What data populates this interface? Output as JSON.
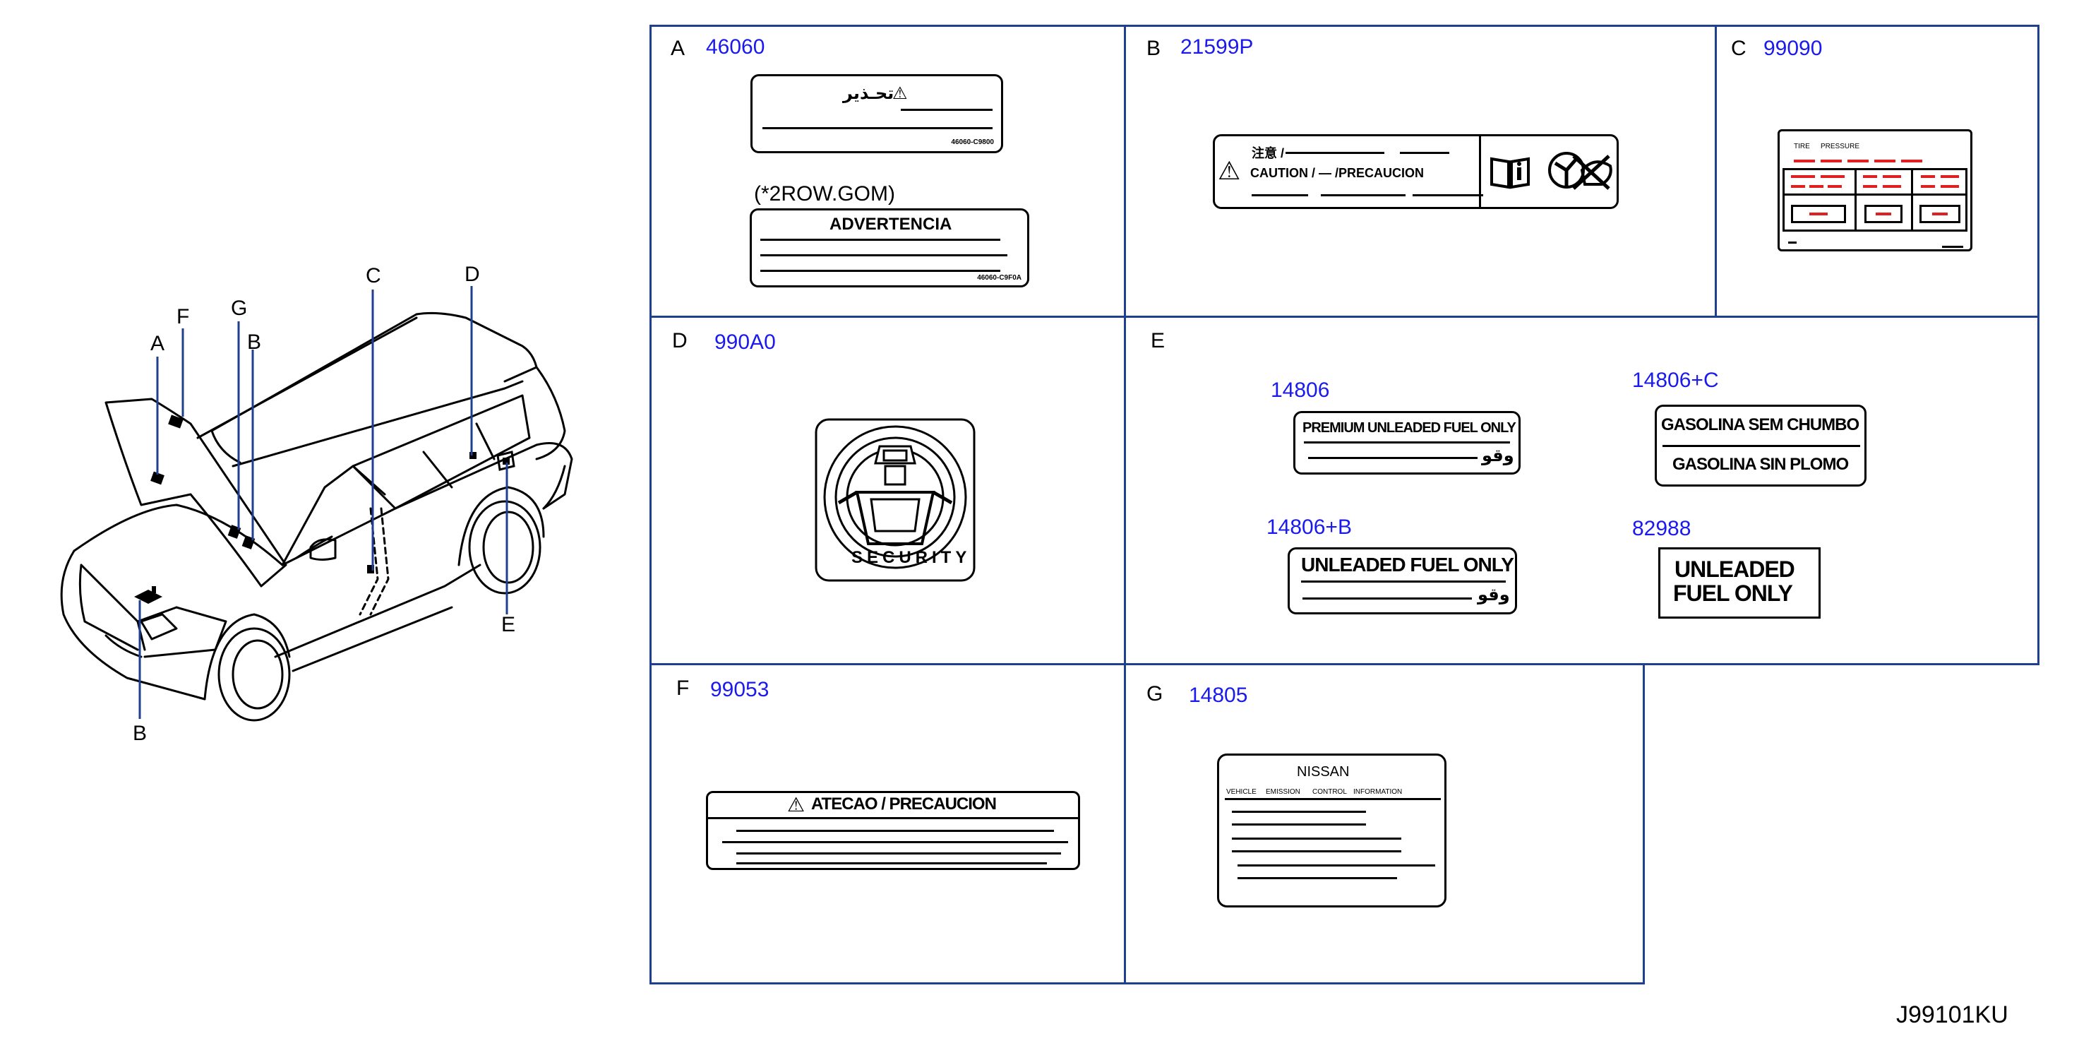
{
  "callouts": {
    "a": "A",
    "f": "F",
    "g": "G",
    "b_top": "B",
    "c": "C",
    "d": "D",
    "e": "E",
    "b_bottom": "B"
  },
  "panels": {
    "a": {
      "letter": "A",
      "part": "46060",
      "note": "(*2ROW.GOM)",
      "arabic_title": "تحـذير",
      "advert_title": "ADVERTENCIA",
      "code1": "46060-C9800",
      "code2": "46060-C9F0A"
    },
    "b": {
      "letter": "B",
      "part": "21599P",
      "line1": "注意 /",
      "caution": "CAUTION / — /PRECAUCION"
    },
    "c": {
      "letter": "C",
      "part": "99090",
      "tire": "TIRE",
      "pressure": "PRESSURE"
    },
    "d": {
      "letter": "D",
      "part": "990A0",
      "security": "SECURITY"
    },
    "e": {
      "letter": "E",
      "l1": {
        "part": "14806",
        "text": "PREMIUM UNLEADED FUEL ONLY",
        "arabic": "وقو"
      },
      "l2": {
        "part": "14806+C",
        "text1": "GASOLINA SEM CHUMBO",
        "text2": "GASOLINA SIN PLOMO"
      },
      "l3": {
        "part": "14806+B",
        "text": "UNLEADED FUEL ONLY",
        "arabic": "وقو"
      },
      "l4": {
        "part": "82988",
        "text1": "UNLEADED",
        "text2": "FUEL ONLY"
      }
    },
    "f": {
      "letter": "F",
      "part": "99053",
      "title": "ATECAO / PRECAUCION"
    },
    "g": {
      "letter": "G",
      "part": "14805",
      "brand": "NISSAN",
      "vehicle": "VEHICLE",
      "emission": "EMISSION",
      "control": "CONTROL",
      "information": "INFORMATION"
    }
  },
  "diagram_code": "J99101KU"
}
